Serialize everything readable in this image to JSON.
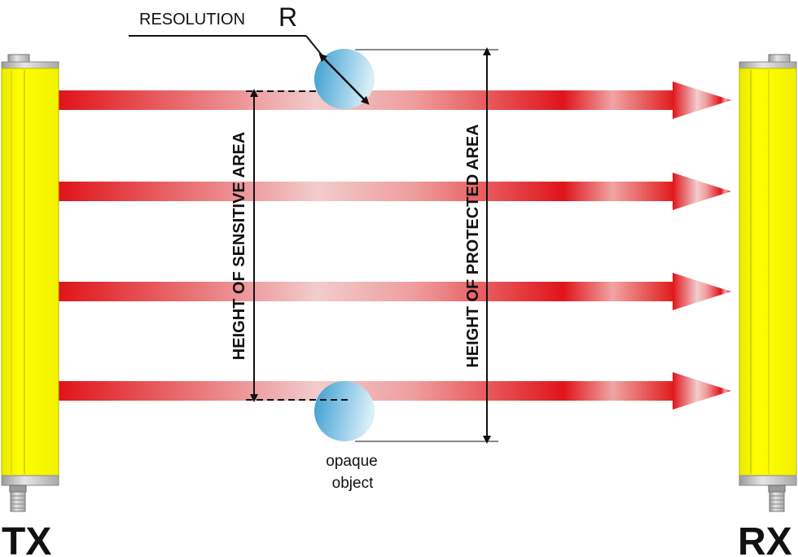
{
  "diagram": {
    "labels": {
      "resolution": "RESOLUTION",
      "resolution_symbol": "R",
      "sensitive_height": "HEIGHT OF SENSITIVE AREA",
      "protected_height": "HEIGHT OF PROTECTED AREA",
      "object_line1": "opaque",
      "object_line2": "object",
      "tx": "TX",
      "rx": "RX"
    },
    "colors": {
      "beam_dark": "#e0141a",
      "beam_light": "#f2cccc",
      "device_body": "#ffff00",
      "device_edge": "#b8b800",
      "object_dark": "#3a9bcf",
      "object_light": "#d8eef7",
      "cap_gray": "#c8c8c8"
    },
    "beam_count": 4
  }
}
